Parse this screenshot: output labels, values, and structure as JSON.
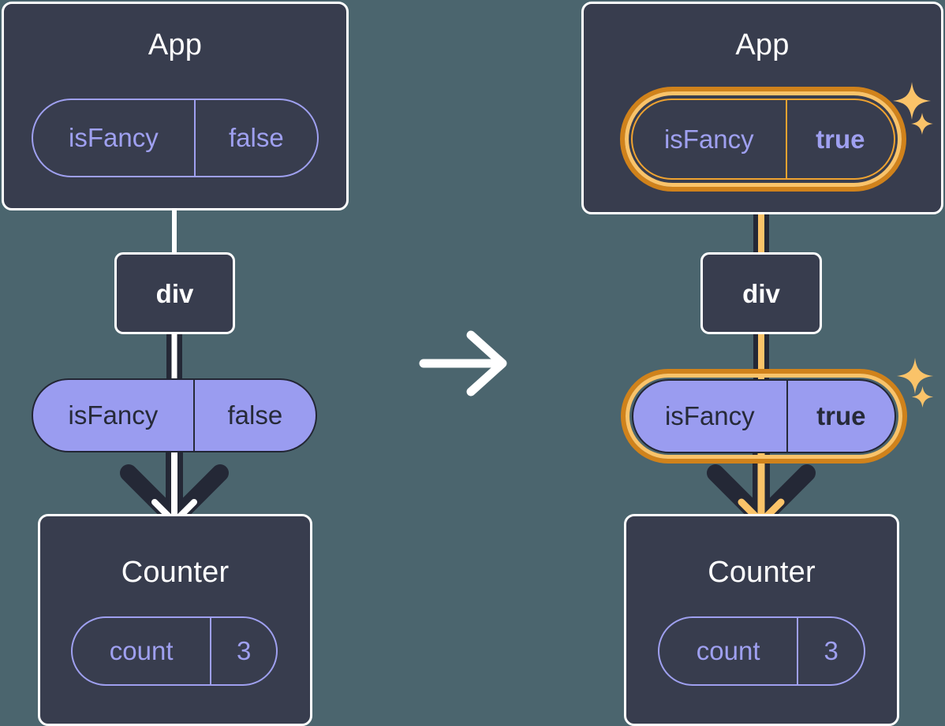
{
  "diagram": {
    "title_sequence": "React state update propagation: isFancy toggles from false to true",
    "background_color": "#4b656e",
    "transition_arrow_icon": "arrow-right-icon",
    "highlight_color": "#fac369",
    "highlight_color_dark": "#d0821b",
    "accent_purple": "#9a9cf0",
    "box_fill": "#383d4e",
    "panels": [
      {
        "id": "before",
        "app": {
          "title": "App",
          "pill": {
            "name": "isFancy",
            "value": "false",
            "bold_value": false,
            "highlighted": false
          }
        },
        "div": {
          "label": "div"
        },
        "prop_pill": {
          "name": "isFancy",
          "value": "false",
          "bold_value": false,
          "highlighted": false
        },
        "counter": {
          "title": "Counter",
          "pill": {
            "name": "count",
            "value": "3",
            "bold_value": false,
            "highlighted": false
          }
        },
        "arrow_overlay_color": "#ffffff",
        "connector_overlay_color": "#ffffff"
      },
      {
        "id": "after",
        "app": {
          "title": "App",
          "pill": {
            "name": "isFancy",
            "value": "true",
            "bold_value": true,
            "highlighted": true
          }
        },
        "div": {
          "label": "div"
        },
        "prop_pill": {
          "name": "isFancy",
          "value": "true",
          "bold_value": true,
          "highlighted": true
        },
        "counter": {
          "title": "Counter",
          "pill": {
            "name": "count",
            "value": "3",
            "bold_value": false,
            "highlighted": false
          }
        },
        "arrow_overlay_color": "#fac369",
        "connector_overlay_color": "#fac369",
        "sparkles": [
          "sparkle-large",
          "sparkle-small"
        ]
      }
    ]
  }
}
